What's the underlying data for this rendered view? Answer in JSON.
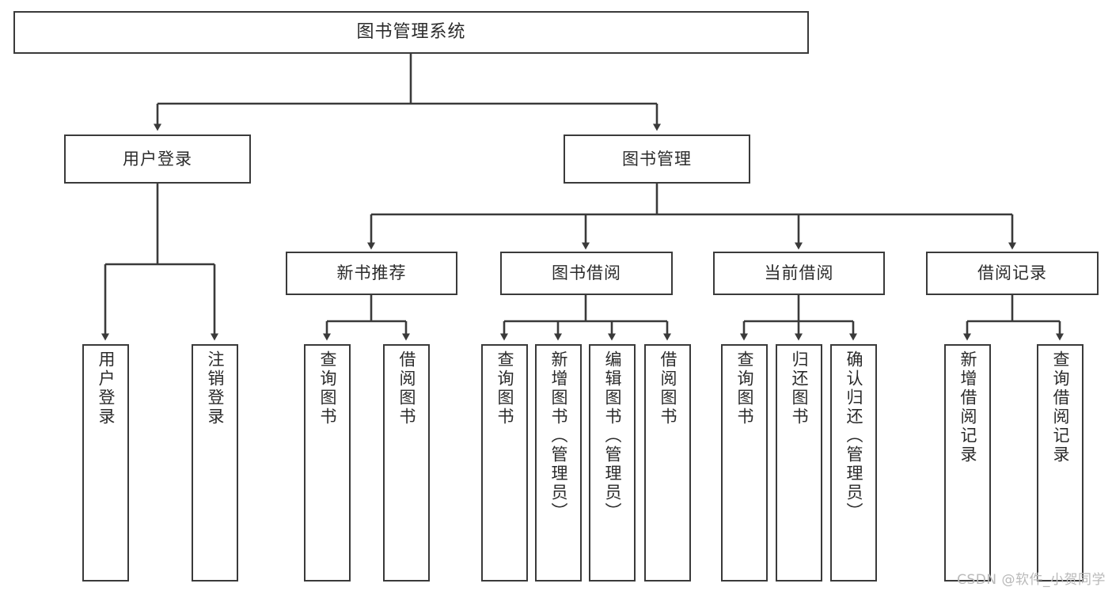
{
  "diagram": {
    "title": "图书管理系统",
    "type": "functional-structure-tree",
    "watermark": "CSDN @软件_小贺同学",
    "stroke_color": "#3a3a3a",
    "text_color": "#2b2b2b",
    "background": "#ffffff"
  },
  "nodes": {
    "root": {
      "label": "图书管理系统"
    },
    "level2": [
      {
        "id": "user-login",
        "label": "用户登录"
      },
      {
        "id": "book-manage",
        "label": "图书管理"
      }
    ],
    "level3": [
      {
        "id": "new-book-recommend",
        "label": "新书推荐"
      },
      {
        "id": "book-borrow",
        "label": "图书借阅"
      },
      {
        "id": "current-borrow",
        "label": "当前借阅"
      },
      {
        "id": "borrow-record",
        "label": "借阅记录"
      }
    ],
    "leaves": {
      "user-login": [
        {
          "id": "leaf-user-login",
          "label": "用户登录"
        },
        {
          "id": "leaf-logout-login",
          "label": "注销登录"
        }
      ],
      "new-book-recommend": [
        {
          "id": "leaf-query-book-1",
          "label": "查询图书"
        },
        {
          "id": "leaf-borrow-book-1",
          "label": "借阅图书"
        }
      ],
      "book-borrow": [
        {
          "id": "leaf-query-book-2",
          "label": "查询图书"
        },
        {
          "id": "leaf-add-book",
          "label": "新增图书（管理员）"
        },
        {
          "id": "leaf-edit-book",
          "label": "编辑图书（管理员）"
        },
        {
          "id": "leaf-borrow-book-2",
          "label": "借阅图书"
        }
      ],
      "current-borrow": [
        {
          "id": "leaf-query-book-3",
          "label": "查询图书"
        },
        {
          "id": "leaf-return-book",
          "label": "归还图书"
        },
        {
          "id": "leaf-confirm-return",
          "label": "确认归还（管理员）"
        }
      ],
      "borrow-record": [
        {
          "id": "leaf-add-record",
          "label": "新增借阅记录"
        },
        {
          "id": "leaf-query-record",
          "label": "查询借阅记录"
        }
      ]
    }
  }
}
